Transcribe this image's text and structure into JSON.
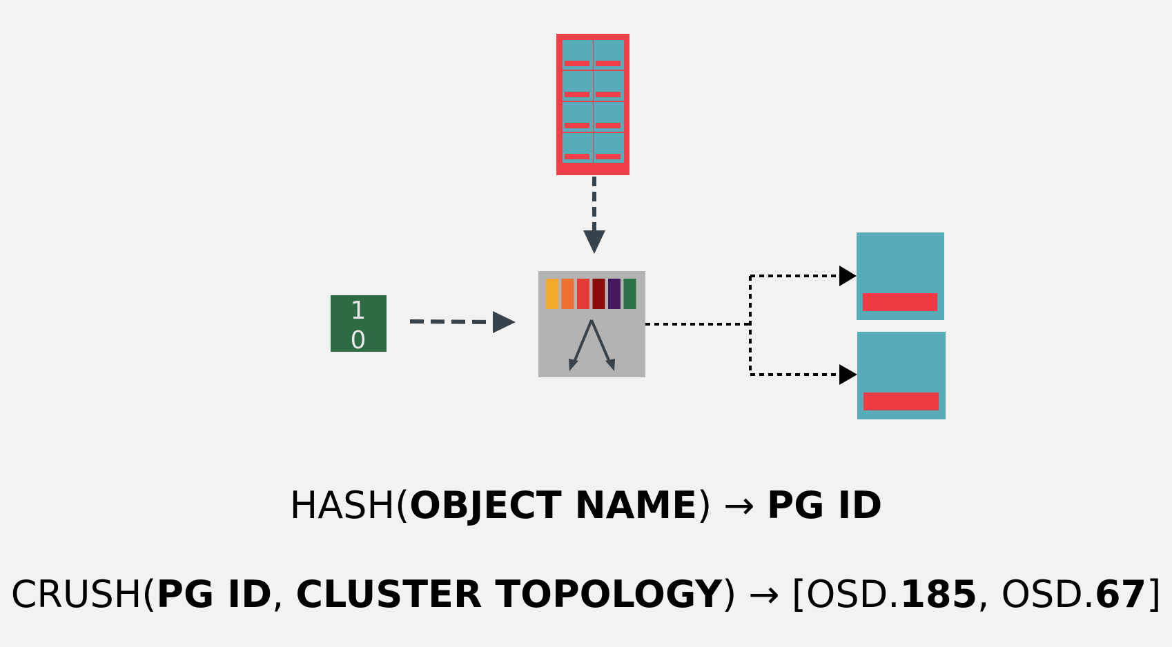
{
  "object": {
    "bits_top": "1",
    "bits_bottom": "0"
  },
  "formula_hash": {
    "fn": "HASH(",
    "arg": "OBJECT NAME",
    "close_arrow": ") → ",
    "result": "PG ID"
  },
  "formula_crush": {
    "fn": "CRUSH(",
    "arg1": "PG ID",
    "sep": ", ",
    "arg2": "CLUSTER TOPOLOGY",
    "close_arrow": ") → [",
    "osd_prefix_1": "OSD.",
    "osd_num_1": "185",
    "sep2": ", ",
    "osd_prefix_2": "OSD.",
    "osd_num_2": "67",
    "end": "]"
  },
  "colors": {
    "background": "#f2f2f2",
    "cluster_border": "#ef404a",
    "cluster_cell": "#58acba",
    "drive_teal": "#58acba",
    "drive_red": "#ef3b44",
    "object_green": "#2c6b43",
    "crush_box": "#b3b3b3",
    "arrow_dark": "#37424a",
    "bucket_colors": [
      "#f2a92a",
      "#f07031",
      "#e63a39",
      "#8b0a0a",
      "#43185c",
      "#2d7247"
    ]
  }
}
